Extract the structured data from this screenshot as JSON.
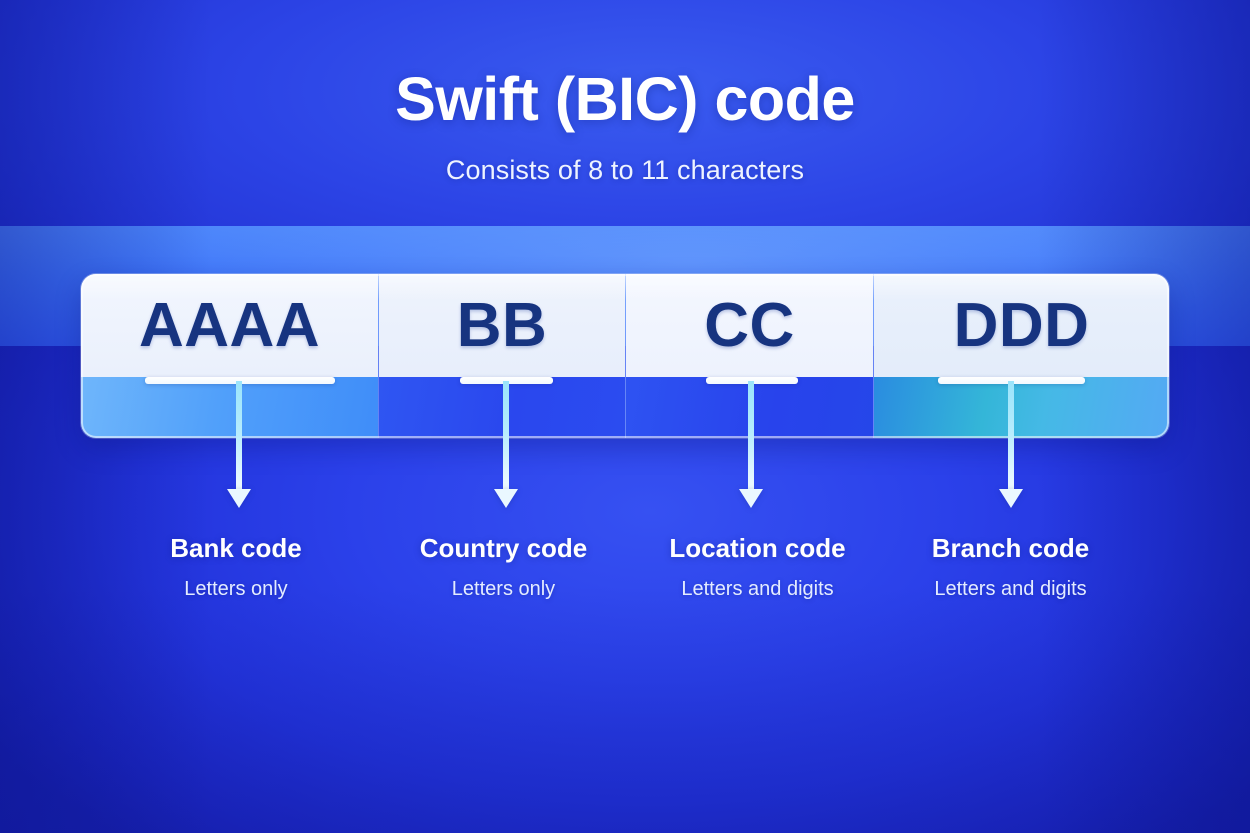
{
  "header": {
    "title": "Swift (BIC) code",
    "subtitle": "Consists of 8 to 11 characters"
  },
  "code_panel": {
    "segments": [
      {
        "letters": "AAAA",
        "label": "Bank code",
        "sublabel": "Letters only",
        "strip_color": "#51a0fa"
      },
      {
        "letters": "BB",
        "label": "Country code",
        "sublabel": "Letters only",
        "strip_color": "#2a47ee"
      },
      {
        "letters": "CC",
        "label": "Location code",
        "sublabel": "Letters and digits",
        "strip_color": "#2843ec"
      },
      {
        "letters": "DDD",
        "label": "Branch code",
        "sublabel": "Letters and digits",
        "strip_color": "#34b6d8"
      }
    ]
  },
  "colors": {
    "background_deep": "#2334dc",
    "background_band": "#3f76fa",
    "letter_navy": "#173480",
    "connector_cyan": "#9ae4fb",
    "panel_light": "#f2f6fe",
    "text_white": "#ffffff"
  }
}
